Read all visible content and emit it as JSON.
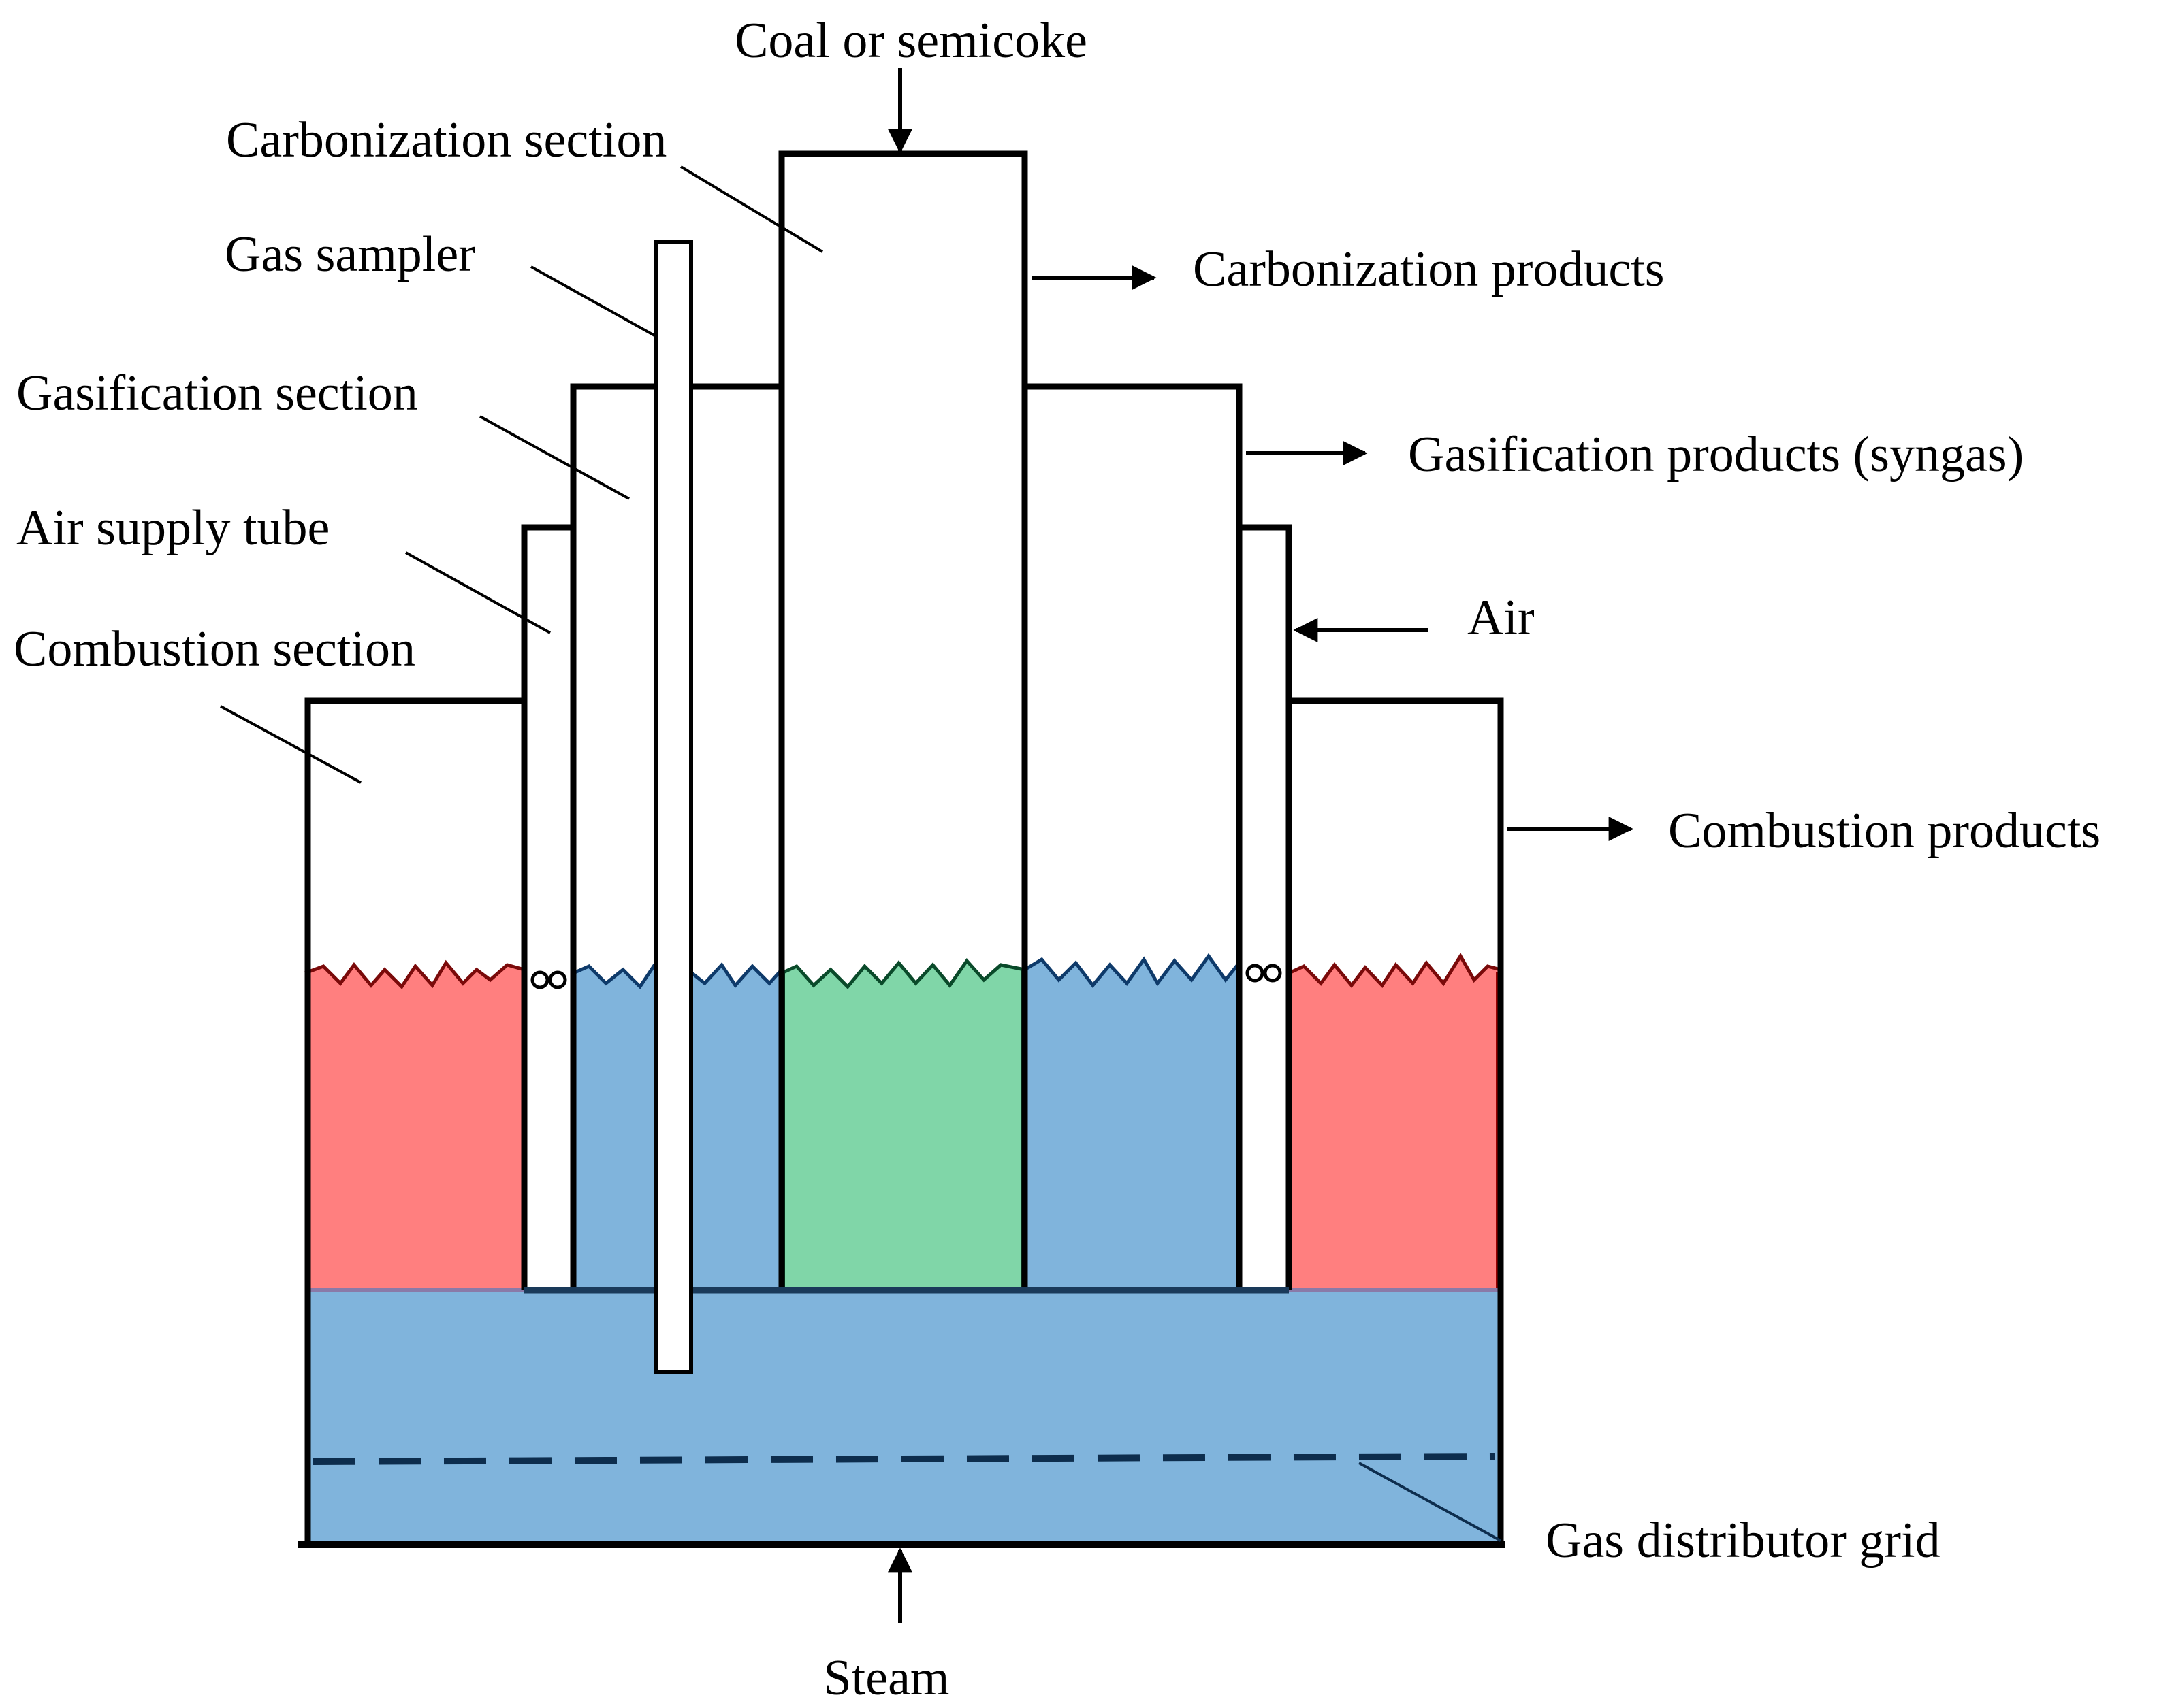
{
  "labels": {
    "coal": "Coal or semicoke",
    "carbonization_section": "Carbonization section",
    "gas_sampler": "Gas sampler",
    "gasification_section": "Gasification section",
    "air_supply_tube": "Air supply tube",
    "combustion_section": "Combustion section",
    "carbonization_products": "Carbonization products",
    "gasification_products": "Gasification products (syngas)",
    "air": "Air",
    "combustion_products": "Combustion products",
    "gas_distributor_grid": "Gas distributor grid",
    "steam": "Steam"
  },
  "colors": {
    "combustion_bed": "#ff7f7f",
    "gasification_bed": "#80b4dc",
    "carbonization_bed": "#80d6a8",
    "outline": "#000000",
    "bed_outline_dark": "#1a3a5a"
  }
}
